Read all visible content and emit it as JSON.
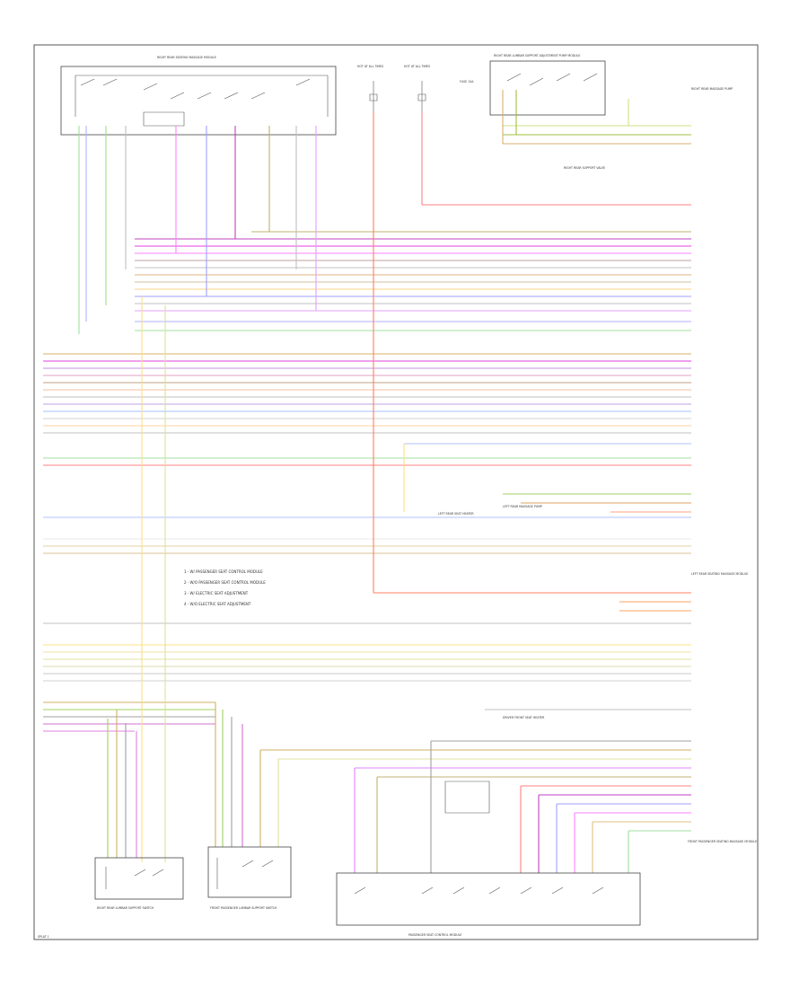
{
  "diagram": {
    "page_label": "SPLAT 1",
    "component_labels": {
      "right_rear_switch_top": "RIGHT REAR SEATING\nMASSAGE MODULE",
      "right_rear_lumbar_module": "RIGHT REAR LUMBAR SUPPORT ADJUSTMENT\nPUMP MODULE",
      "right_rear_massage_pump": "RIGHT REAR MASSAGE\nPUMP",
      "right_rear_support_valve": "RIGHT REAR SUPPORT\nVALVE",
      "left_rear_massage_pump": "LEFT REAR MASSAGE\nPUMP",
      "left_rear_module": "LEFT REAR SEATING\nMASSAGE MODULE",
      "left_rear_seat_heater": "LEFT REAR SEAT\nHEATER",
      "driver_front_seat_heater": "DRIVER FRONT SEAT\nHEATER",
      "front_passenger_seating_module": "FRONT PASSENGER SEATING\nMASSAGE MODULE",
      "right_rear_lumbar_switch": "RIGHT REAR LUMBAR SUPPORT\nSWITCH",
      "front_passenger_lumbar_switch": "FRONT PASSENGER LUMBAR\nSUPPORT SWITCH",
      "passenger_seat_control_module": "PASSENGER SEAT CONTROL MODULE"
    },
    "fuse_labels": [
      "HOT AT ALL TIMES",
      "HOT AT ALL TIMES",
      "FUSE 15A"
    ],
    "legend": [
      "1 - W/ PASSENGER SEAT CONTROL MODULE",
      "2 - W/O PASSENGER SEAT CONTROL MODULE",
      "3 - W/ ELECTRIC SEAT ADJUSTMENT",
      "4 - W/O ELECTRIC SEAT ADJUSTMENT"
    ]
  }
}
